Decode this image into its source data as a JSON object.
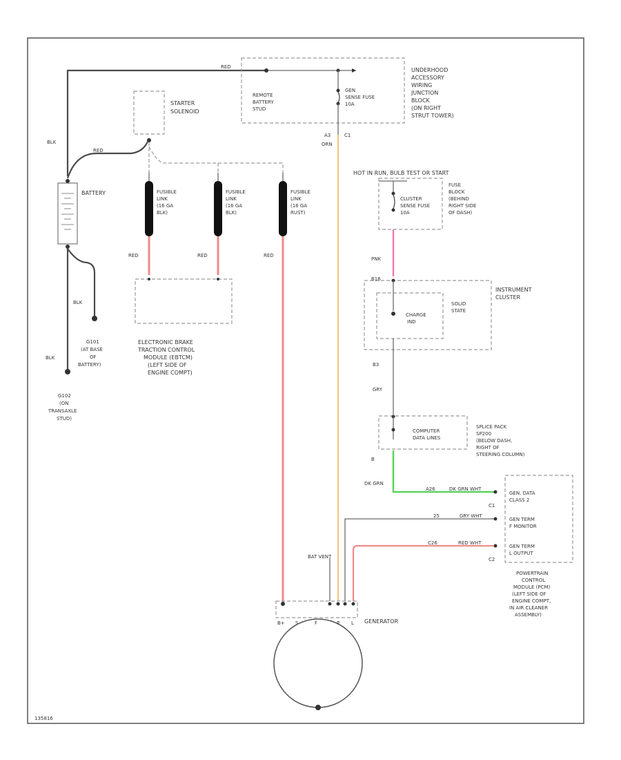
{
  "diagram_id": "135816",
  "colors": {
    "red_wire": "#f08a8a",
    "orange_wire": "#f5b25a",
    "pink_wire": "#f07ab8",
    "green_wire": "#5bd35b",
    "fusible_link": "#111111",
    "border": "#555555"
  },
  "wire_labels": {
    "top_red": "RED",
    "blk_upper": "BLK",
    "blk_mid": "BLK",
    "blk_lower": "BLK",
    "red_to_starter": "RED",
    "red_fl1": "RED",
    "red_fl2": "RED",
    "red_fl3": "RED",
    "orange_pin": "A3",
    "orange_color": "ORN",
    "orange_conn": "C1",
    "pink": "PNK",
    "cluster_pin_top": "B16",
    "cluster_pin_bottom": "B3",
    "gry": "GRY",
    "splice_pin": "B",
    "dk_grn": "DK GRN",
    "pcm_a26": "A26",
    "pcm_dkgrn_wht": "DK GRN WHT",
    "pcm_25": "25",
    "pcm_gry_wht": "GRY WHT",
    "pcm_c26": "C26",
    "pcm_red_wht": "RED WHT",
    "bat_vent": "BAT VENT"
  },
  "components": {
    "remote_battery": {
      "line1": "REMOTE",
      "line2": "BATTERY",
      "line3": "STUD"
    },
    "underhood": {
      "line1": "UNDERHOOD",
      "line2": "ACCESSORY",
      "line3": "WIRING",
      "line4": "JUNCTION",
      "line5": "BLOCK",
      "line6": "(ON RIGHT",
      "line7": "STRUT TOWER)"
    },
    "gen_fuse": {
      "line1": "GEN",
      "line2": "SENSE FUSE",
      "line3": "10A"
    },
    "starter": {
      "line1": "STARTER",
      "line2": "SOLENOID"
    },
    "battery": {
      "line1": "BATTERY"
    },
    "fusible1": {
      "line1": "FUSIBLE",
      "line2": "LINK",
      "line3": "(16 GA",
      "line4": "BLK)"
    },
    "fusible2": {
      "line1": "FUSIBLE",
      "line2": "LINK",
      "line3": "(16 GA",
      "line4": "BLK)"
    },
    "fusible3": {
      "line1": "FUSIBLE",
      "line2": "LINK",
      "line3": "(16 GA",
      "line4": "RUST)"
    },
    "hot_in": {
      "line1": "HOT IN RUN, BULB TEST OR START"
    },
    "fuse_block": {
      "line1": "FUSE",
      "line2": "BLOCK",
      "line3": "(BEHIND",
      "line4": "RIGHT SIDE",
      "line5": "OF DASH)"
    },
    "cluster_fuse": {
      "line1": "CLUSTER",
      "line2": "SENSE FUSE",
      "line3": "10A"
    },
    "instrument_cluster": {
      "line1": "INSTRUMENT",
      "line2": "CLUSTER"
    },
    "charge_ind": {
      "line1": "CHARGE",
      "line2": "IND"
    },
    "solid_state": {
      "line1": "SOLID",
      "line2": "STATE"
    },
    "splice_pack": {
      "line1": "SPLICE PACK",
      "line2": "SP200",
      "line3": "(BELOW DASH,",
      "line4": "RIGHT OF",
      "line5": "STEERING COLUMN)"
    },
    "computer_data": {
      "line1": "COMPUTER",
      "line2": "DATA LINES"
    },
    "ebtcm": {
      "line1": "ELECTRONIC BRAKE",
      "line2": "TRACTION CONTROL",
      "line3": "MODULE (EBTCM)",
      "line4": "(LEFT SIDE OF",
      "line5": "ENGINE COMPT)"
    },
    "g101": {
      "line1": "G101",
      "line2": "(AT BASE",
      "line3": "OF",
      "line4": "BATTERY)"
    },
    "g102": {
      "line1": "G102",
      "line2": "(ON",
      "line3": "TRANSAXLE",
      "line4": "STUD)"
    },
    "pcm_gen_data": {
      "line1": "GEN. DATA",
      "line2": "CLASS 2"
    },
    "pcm_term_f": {
      "line1": "GEN TERM",
      "line2": "F MONITOR"
    },
    "pcm_term_l": {
      "line1": "GEN TERM",
      "line2": "L OUTPUT"
    },
    "pcm_c1": "C1",
    "pcm_c2": "C2",
    "pcm": {
      "line1": "POWERTRAIN",
      "line2": "CONTROL",
      "line3": "MODULE (PCM)",
      "line4": "(LEFT SIDE OF",
      "line5": "ENGINE COMPT,",
      "line6": "IN AIR CLEANER",
      "line7": "ASSEMBLY)"
    },
    "generator": {
      "line1": "GENERATOR",
      "pin_b_plus": "B+",
      "pin_s": "S",
      "pin_f": "F",
      "pin_p": "P",
      "pin_l": "L"
    }
  }
}
